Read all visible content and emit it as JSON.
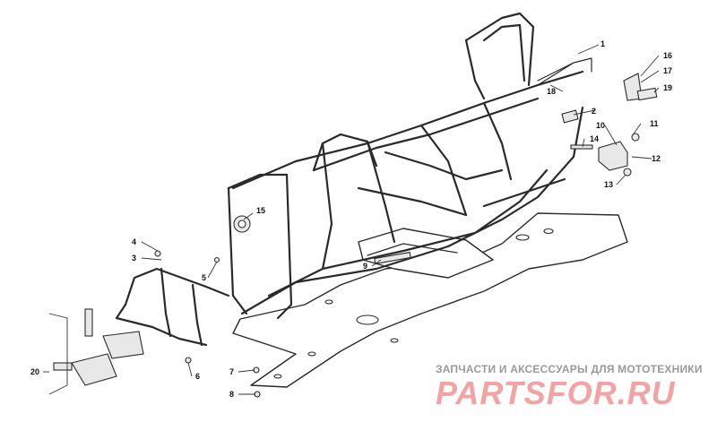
{
  "diagram": {
    "callouts": [
      {
        "id": "c1",
        "label": "1"
      },
      {
        "id": "c2",
        "label": "2"
      },
      {
        "id": "c3",
        "label": "3"
      },
      {
        "id": "c4",
        "label": "4"
      },
      {
        "id": "c5",
        "label": "5"
      },
      {
        "id": "c6",
        "label": "6"
      },
      {
        "id": "c7",
        "label": "7"
      },
      {
        "id": "c8",
        "label": "8"
      },
      {
        "id": "c9",
        "label": "9"
      },
      {
        "id": "c10",
        "label": "10"
      },
      {
        "id": "c11",
        "label": "11"
      },
      {
        "id": "c12",
        "label": "12"
      },
      {
        "id": "c13",
        "label": "13"
      },
      {
        "id": "c14",
        "label": "14"
      },
      {
        "id": "c15",
        "label": "15"
      },
      {
        "id": "c16",
        "label": "16"
      },
      {
        "id": "c17",
        "label": "17"
      },
      {
        "id": "c18",
        "label": "18"
      },
      {
        "id": "c19",
        "label": "19"
      },
      {
        "id": "c20",
        "label": "20"
      }
    ]
  },
  "watermark": {
    "caption": "ЗАПЧАСТИ И АКСЕССУАРЫ ДЛЯ МОТОТЕХНИКИ",
    "logo_text": "PARTSFOR.RU",
    "logo_color": "#f2a3a3",
    "caption_color": "#9a9a9a"
  }
}
